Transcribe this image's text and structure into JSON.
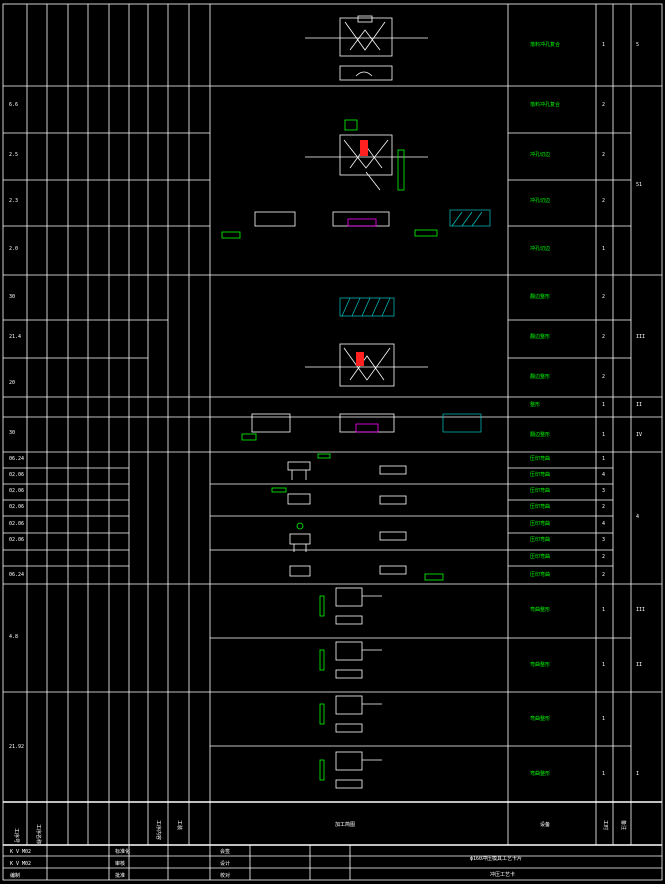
{
  "drawing": {
    "title_main": "ϕ160冲压模具工艺卡片",
    "title_sub": "冲压工艺卡",
    "footer_labels": [
      "标准化",
      "审核",
      "批准",
      "会签",
      "设计",
      "校对"
    ],
    "footer_values": [
      "K V M02",
      "K V M02",
      "编制"
    ],
    "column_headers": [
      "工序号",
      "工序名称",
      "工序内容",
      "加工简图",
      "设备",
      "工装",
      "工时",
      "备注"
    ],
    "process_operations": [
      "落料冲孔复合",
      "落料冲孔复合",
      "冲孔切边",
      "冲孔切边",
      "冲孔切边",
      "翻边整形",
      "翻边整形",
      "翻边整形",
      "整形",
      "翻边整形",
      "压印弯曲",
      "压印弯曲",
      "压印弯曲",
      "压印弯曲",
      "压印弯曲",
      "压印弯曲",
      "压印弯曲",
      "压印弯曲",
      "弯曲整形",
      "弯曲整形",
      "弯曲整形",
      "弯曲整形"
    ],
    "seq_numbers": [
      "1",
      "2",
      "2",
      "2",
      "1",
      "2",
      "2",
      "2",
      "1",
      "1",
      "1",
      "4",
      "3",
      "2",
      "4",
      "3",
      "2",
      "2",
      "1",
      "1",
      "1",
      "1"
    ],
    "group_numbers": [
      "5",
      "51",
      "III",
      "II",
      "IV",
      "4",
      "III",
      "II",
      "I"
    ],
    "left_codes": [
      "6.6",
      "2.5",
      "2.3",
      "2.0",
      "30",
      "21.4",
      "20",
      "30",
      "06.24",
      "02.06",
      "02.06",
      "02.06",
      "02.06",
      "02.06",
      "06.24",
      "4.8",
      "21.92"
    ]
  }
}
